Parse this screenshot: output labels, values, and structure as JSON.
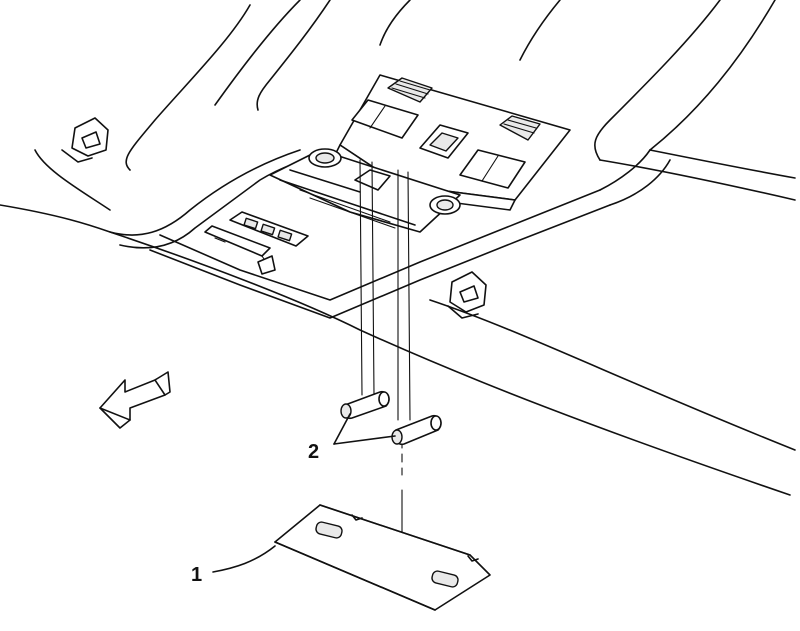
{
  "callouts": [
    {
      "number": "1",
      "part": "overhead-console-lamp-lens"
    },
    {
      "number": "2",
      "part": "overhead-console-bulbs"
    }
  ],
  "colors": {
    "line": "#111111",
    "background": "#ffffff"
  },
  "icons": [
    "direction-arrow-icon"
  ]
}
